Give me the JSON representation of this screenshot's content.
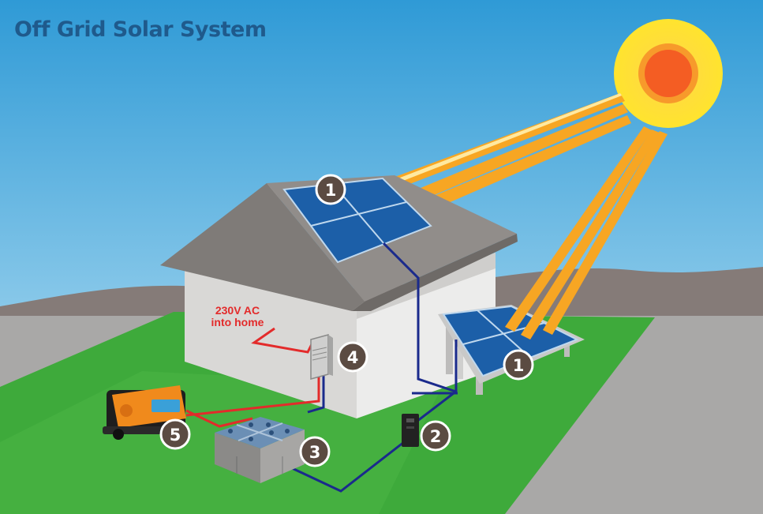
{
  "title": "Off Grid Solar System",
  "ac_label": {
    "line1": "230V AC",
    "line2": "into home"
  },
  "badges": {
    "roof_panel": "1",
    "ground_panel": "1",
    "charge_controller": "2",
    "battery_bank": "3",
    "inverter": "4",
    "generator": "5"
  },
  "colors": {
    "sky_top": "#2f9ad6",
    "sky_bottom": "#bfe5f5",
    "title": "#1f5a8c",
    "grass": "#3aa83a",
    "ground": "#a8a7a6",
    "house_wall": "#e7e7e7",
    "roof": "#8f8b88",
    "panel": "#1c5fa8",
    "sun_outer": "#ffe234",
    "sun_core": "#f45d23",
    "ray": "#f7a623",
    "ac_wire": "#e32b2b",
    "dc_wire": "#1a2a8c",
    "badge": "#5b4b42",
    "generator": "#f08a1c"
  }
}
